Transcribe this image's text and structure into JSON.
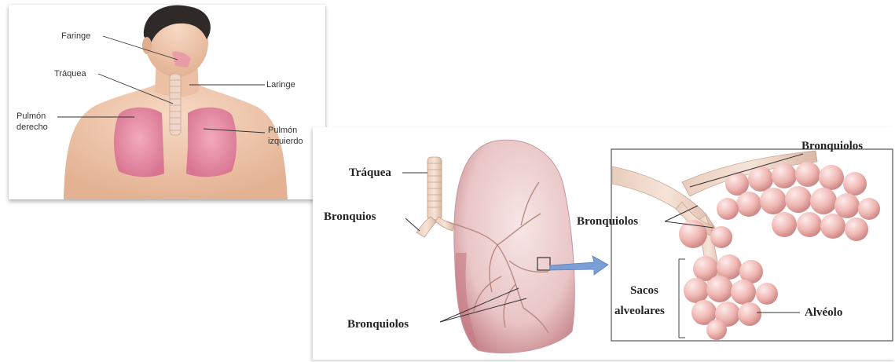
{
  "top_diagram": {
    "labels": {
      "faringe": "Faringe",
      "traquea": "Tráquea",
      "laringe": "Laringe",
      "pulmon_derecho_1": "Pulmón",
      "pulmon_derecho_2": "derecho",
      "pulmon_izquierdo_1": "Pulmón",
      "pulmon_izquierdo_2": "izquierdo"
    }
  },
  "bottom_diagram": {
    "labels": {
      "traquea": "Tráquea",
      "bronquios": "Bronquios",
      "bronquiolos_lung": "Bronquiolos",
      "bronquiolos_top": "Bronquiolos",
      "bronquiolos_mid": "Bronquiolos",
      "sacos_1": "Sacos",
      "sacos_2": "alveolares",
      "alveolo": "Alvéolo"
    }
  },
  "colors": {
    "skin": "#f2c9ad",
    "lung": "#e58fa6",
    "airway": "#efd6c8",
    "alveolus": "#f0b8b4",
    "arrow": "#7a9ed6"
  }
}
